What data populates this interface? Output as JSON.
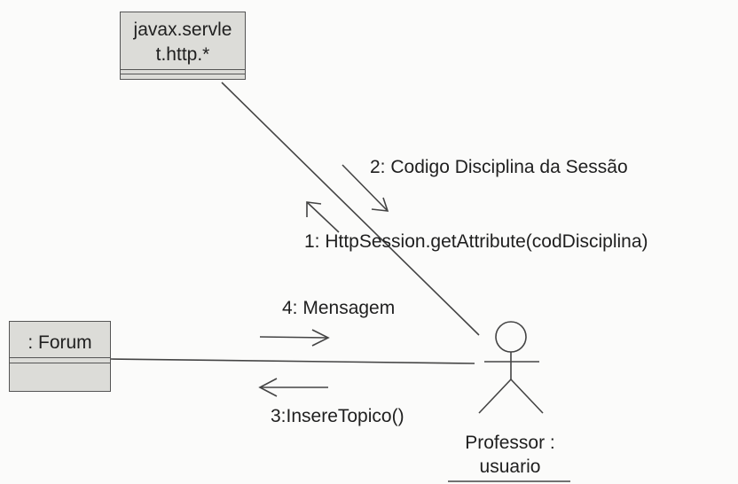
{
  "objects": {
    "servlet": {
      "line1": "javax.servle",
      "line2": "t.http.*"
    },
    "forum": {
      "name": ": Forum"
    }
  },
  "actor": {
    "line1": "Professor :",
    "line2": "usuario"
  },
  "messages": {
    "m1": "1: HttpSession.getAttribute(codDisciplina)",
    "m2": "2: Codigo Disciplina da Sessão",
    "m3": "3:InsereTopico()",
    "m4": "4: Mensagem"
  }
}
